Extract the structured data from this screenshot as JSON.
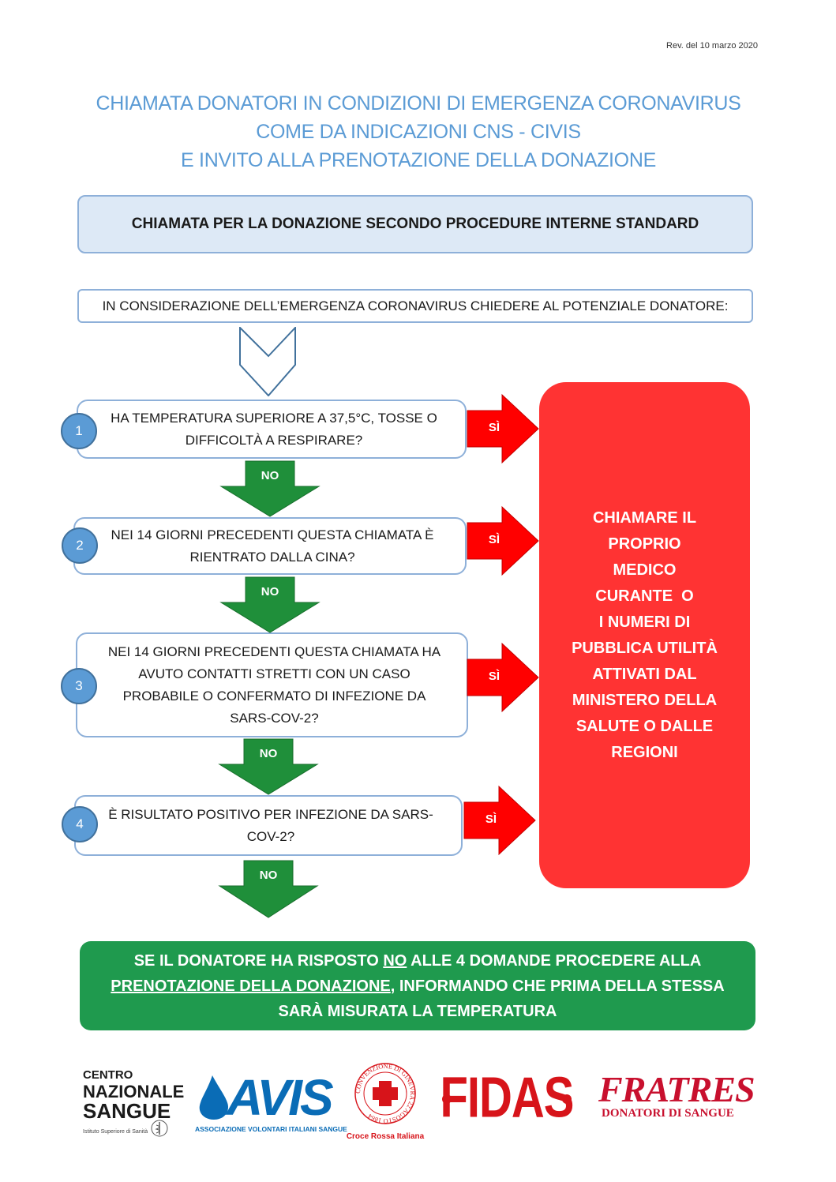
{
  "revision": "Rev. del 10 marzo 2020",
  "title_lines": [
    "CHIAMATA DONATORI IN CONDIZIONI DI EMERGENZA CORONAVIRUS",
    "COME DA INDICAZIONI CNS - CIVIS",
    "E INVITO ALLA PRENOTAZIONE DELLA DONAZIONE"
  ],
  "standard_call": "CHIAMATA PER LA DONAZIONE SECONDO PROCEDURE INTERNE STANDARD",
  "consideration": "IN CONSIDERAZIONE DELL’EMERGENZA CORONAVIRUS CHIEDERE AL POTENZIALE DONATORE:",
  "questions": [
    {
      "number": "1",
      "text": "HA TEMPERATURA SUPERIORE A 37,5°C, TOSSE O DIFFICOLTÀ A RESPIRARE?"
    },
    {
      "number": "2",
      "text": "NEI 14 GIORNI PRECEDENTI QUESTA CHIAMATA È RIENTRATO DALLA CINA?"
    },
    {
      "number": "3",
      "text": "NEI 14 GIORNI PRECEDENTI QUESTA CHIAMATA HA AVUTO CONTATTI STRETTI CON UN CASO PROBABILE O CONFERMATO DI INFEZIONE DA SARS-COV-2?"
    },
    {
      "number": "4",
      "text": "È RISULTATO POSITIVO PER INFEZIONE DA SARS-COV-2?"
    }
  ],
  "yes_label": "SÌ",
  "no_label": "NO",
  "action_lines": [
    "CHIAMARE IL",
    "PROPRIO",
    "MEDICO",
    "CURANTE  O",
    "I NUMERI DI",
    "PUBBLICA UTILITÀ",
    "ATTIVATI DAL",
    "MINISTERO DELLA",
    "SALUTE O DALLE",
    "REGIONI"
  ],
  "final": {
    "part1": "SE IL DONATORE HA RISPOSTO ",
    "part1_underlined": "NO",
    "part2": " ALLE 4 DOMANDE PROCEDERE ALLA",
    "part3_underlined": "PRENOTAZIONE DELLA DONAZIONE",
    "part4": ", INFORMANDO CHE PRIMA DELLA STESSA",
    "part5": "SARÀ MISURATA LA TEMPERATURA"
  },
  "logos": {
    "cns": {
      "line1": "CENTRO",
      "line2": "NAZIONALE",
      "line3": "SANGUE",
      "sub": "Istituto Superiore di Sanità"
    },
    "avis": {
      "name": "AVIS",
      "sub": "ASSOCIAZIONE VOLONTARI ITALIANI SANGUE"
    },
    "cri": {
      "ring": "CONVENZIONE DI GINEVRA 22 AGOSTO 1864",
      "name": "Croce Rossa Italiana"
    },
    "fidas": {
      "name": "FIDAS"
    },
    "fratres": {
      "name": "FRATRES",
      "sub": "DONATORI DI SANGUE"
    }
  },
  "colors": {
    "title": "#5b9bd5",
    "box_fill": "#dde9f6",
    "box_border": "#8eb0d9",
    "yes_arrow": "#ff0000",
    "no_arrow": "#1f8f3a",
    "action_box": "#ff3333",
    "final_box": "#1f9a4e",
    "number_circle": "#5b9bd5"
  }
}
